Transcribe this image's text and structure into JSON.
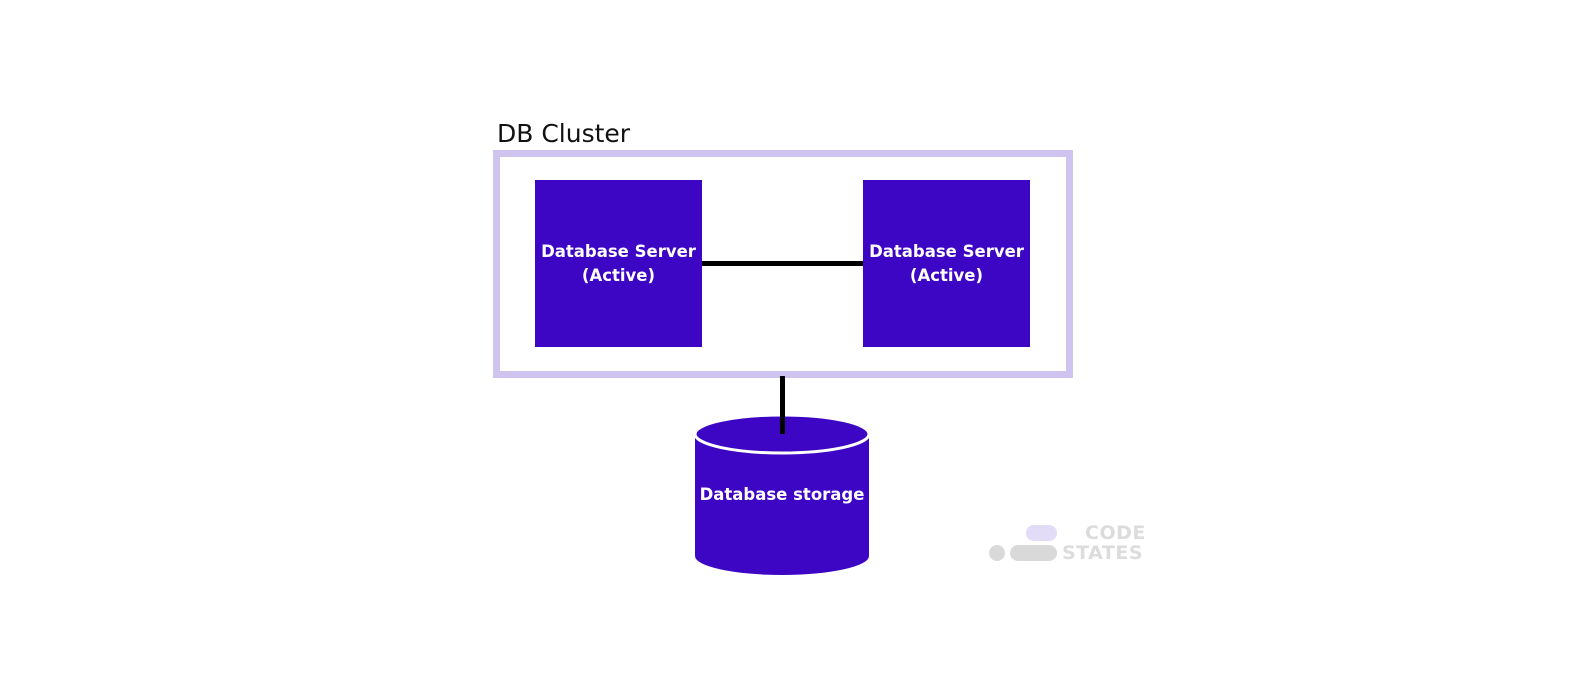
{
  "cluster": {
    "title": "DB Cluster",
    "border_color": "#cfc4f0"
  },
  "servers": [
    {
      "line1": "Database Server",
      "line2": "(Active)"
    },
    {
      "line1": "Database Server",
      "line2": "(Active)"
    }
  ],
  "storage": {
    "label": "Database storage"
  },
  "watermark": {
    "word1": "CODE",
    "word2": "STATES"
  },
  "colors": {
    "node_fill": "#3d06c4",
    "connector": "#000000",
    "watermark_gray": "#d9d9d9",
    "watermark_purple": "#e2dcf6"
  }
}
